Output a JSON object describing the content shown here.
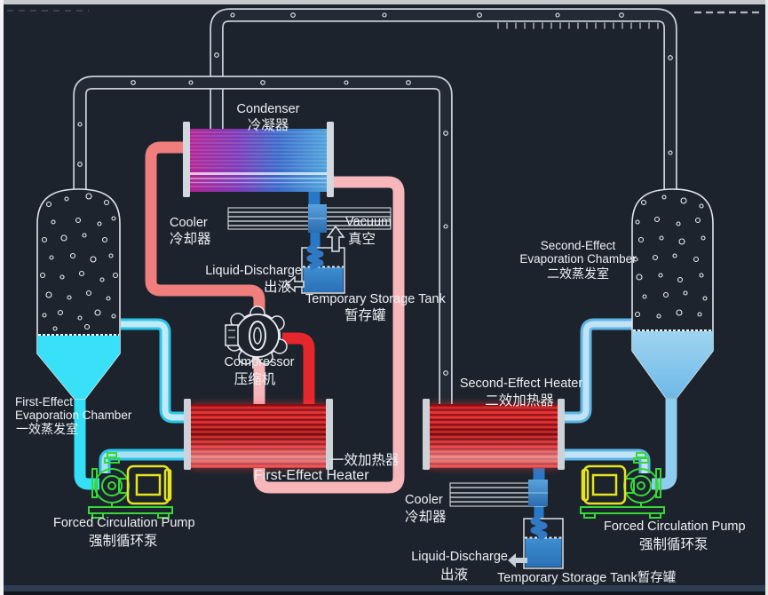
{
  "labels": {
    "condenser": {
      "en": "Condenser",
      "zh": "冷凝器"
    },
    "cooler_top": {
      "en": "Cooler",
      "zh": "冷却器"
    },
    "vacuum": {
      "en": "Vacuum",
      "zh": "真空"
    },
    "liquid_discharge_top": {
      "en": "Liquid-Discharge",
      "zh": "出液"
    },
    "storage_tank_top": {
      "en": "Temporary Storage Tank",
      "zh": "暂存罐"
    },
    "compressor": {
      "en": "Compressor",
      "zh": "压缩机"
    },
    "first_effect_chamber": {
      "en_line1": "First-Effect",
      "en_line2": "Evaporation Chamber",
      "zh": "一效蒸发室"
    },
    "first_effect_heater": {
      "zh": "一效加热器",
      "en": "First-Effect Heater"
    },
    "second_effect_heater": {
      "en": "Second-Effect Heater",
      "zh": "二效加热器"
    },
    "second_effect_chamber": {
      "en_line1": "Second-Effect",
      "en_line2": "Evaporation Chamber",
      "zh": "二效蒸发室"
    },
    "cooler_bottom": {
      "en": "Cooler",
      "zh": "冷却器"
    },
    "liquid_discharge_bottom": {
      "en": "Liquid-Discharge",
      "zh": "出液"
    },
    "storage_tank_bottom": {
      "combined": "Temporary Storage Tank暂存罐"
    },
    "pump_left": {
      "en": "Forced Circulation Pump",
      "zh": "强制循环泵"
    },
    "pump_right": {
      "en": "Forced Circulation Pump",
      "zh": "强制循环泵"
    }
  },
  "colors": {
    "background": "#1c232d",
    "text": "#edf1f4",
    "vapor_pipe_outline": "#c6cfd8",
    "salmon_pipe": "#ef7e7d",
    "pink_pipe": "#f6b6ba",
    "red_pipe": "#e5262c",
    "cyan_pipe": "#35e0f6",
    "lightblue_pipe": "#8fcdf0",
    "blue_connector": "#2e7fc8",
    "liquid_left_chamber": "#38e1f7",
    "liquid_right_chamber": "#8ccbf0",
    "condenser_gradient_left": "#b12695",
    "condenser_gradient_right": "#4fa3dc",
    "heater_red": "#e03434",
    "pump_green": "#39d839",
    "motor_yellow": "#e6e41e",
    "end_plate_gray": "#d2d8de"
  }
}
